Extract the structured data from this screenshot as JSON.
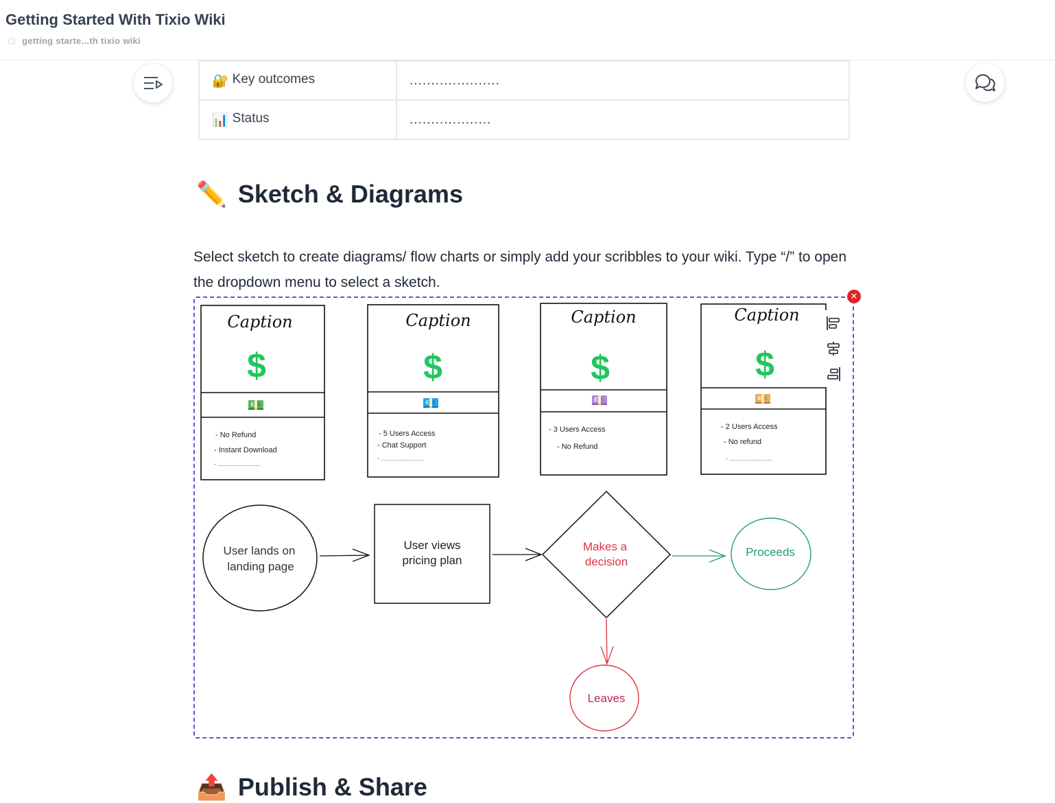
{
  "header": {
    "title": "Getting Started With Tixio Wiki",
    "breadcrumb": "getting starte...th tixio wiki"
  },
  "properties": [
    {
      "emoji": "🔐",
      "key": "Key outcomes",
      "value": "....................."
    },
    {
      "emoji": "📊",
      "key": "Status",
      "value": "..................."
    }
  ],
  "sections": {
    "sketch": {
      "emoji": "✏️",
      "heading": "Sketch & Diagrams",
      "paragraph": "Select sketch to create diagrams/ flow charts or simply add your scribbles to your wiki. Type “/” to open the dropdown menu to select a sketch."
    },
    "publish": {
      "emoji": "📤",
      "heading": "Publish & Share"
    }
  },
  "sketch": {
    "cards": [
      {
        "caption": "Caption",
        "price_symbol": "$",
        "emoji": "💵",
        "lines": [
          "- No Refund",
          "- Instant Download",
          "- ........................."
        ]
      },
      {
        "caption": "Caption",
        "price_symbol": "$",
        "emoji": "💶",
        "lines": [
          "-  5 Users Access",
          "-  Chat Support",
          "-  ........................."
        ]
      },
      {
        "caption": "Caption",
        "price_symbol": "$",
        "emoji": "💷",
        "lines": [
          "-  3 Users Access",
          "- No Refund"
        ]
      },
      {
        "caption": "Caption",
        "price_symbol": "$",
        "emoji": "💴",
        "lines": [
          "- 2 Users Access",
          "- No refund",
          "-  ........................."
        ]
      }
    ],
    "flow": {
      "start": [
        "User lands on",
        "landing page"
      ],
      "step": [
        "User views",
        "pricing plan"
      ],
      "decision": [
        "Makes a",
        "decision"
      ],
      "yes": "Proceeds",
      "no": "Leaves"
    },
    "colors": {
      "frame": "#4f5bd5",
      "dollar": "#22c55e",
      "decision": "#d9363e",
      "proceeds": "#1f9d6b",
      "leaves": "#c0265a"
    }
  }
}
